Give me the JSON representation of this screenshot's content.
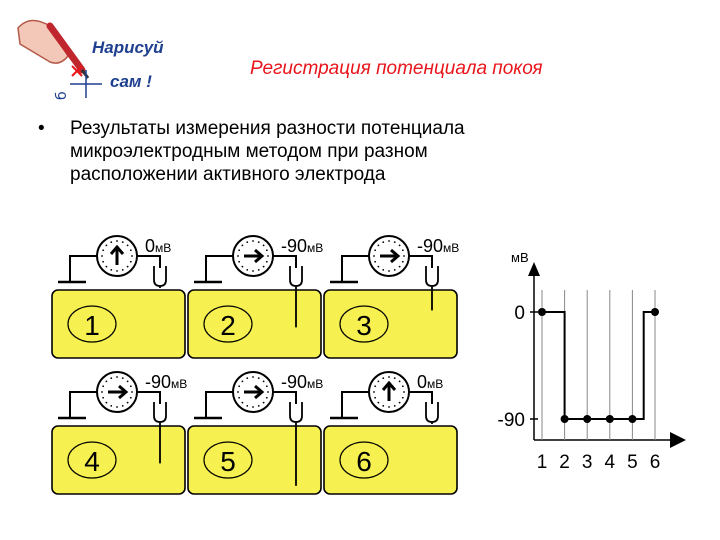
{
  "logo": {
    "line1": "Нарисуй",
    "line2": "сам !"
  },
  "title": "Регистрация потенциала покоя",
  "bullet": {
    "line1": "Результаты измерения разности потенциала",
    "line2": "микроэлектродным методом при разном",
    "line3": "расположении активного электрода"
  },
  "cells": [
    {
      "number": "1",
      "reading": "0мВ",
      "arrow": "up"
    },
    {
      "number": "2",
      "reading": "-90мВ",
      "arrow": "right"
    },
    {
      "number": "3",
      "reading": "-90мВ",
      "arrow": "right"
    },
    {
      "number": "4",
      "reading": "-90мВ",
      "arrow": "right"
    },
    {
      "number": "5",
      "reading": "-90мВ",
      "arrow": "right"
    },
    {
      "number": "6",
      "reading": "0мВ",
      "arrow": "up"
    }
  ],
  "colors": {
    "cell_fill": "#f6f050",
    "title": "#e8151c",
    "logo_text": "#1f3f8f"
  },
  "chart_data": {
    "type": "line",
    "ylabel": "мВ",
    "yticks": [
      "0",
      "-90"
    ],
    "ytick_values": [
      0,
      -90
    ],
    "xticks": [
      "1",
      "2",
      "3",
      "4",
      "5",
      "6"
    ],
    "x": [
      1,
      2,
      3,
      4,
      5,
      6
    ],
    "series": [
      {
        "values": [
          0,
          -90,
          -90,
          -90,
          -90,
          0
        ]
      }
    ]
  }
}
